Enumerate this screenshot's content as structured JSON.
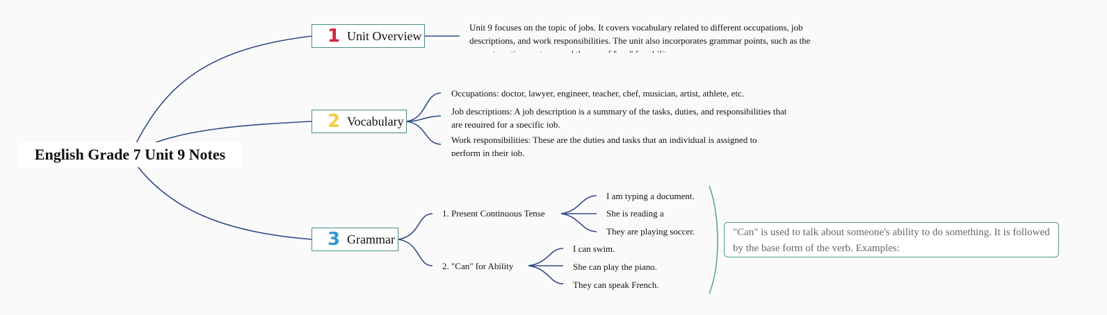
{
  "root": {
    "title": "English Grade 7 Unit 9 Notes"
  },
  "topics": [
    {
      "number": "1",
      "label": "Unit Overview",
      "color": "#d1263d"
    },
    {
      "number": "2",
      "label": "Vocabulary",
      "color": "#f3cf39"
    },
    {
      "number": "3",
      "label": "Grammar",
      "color": "#2f97d6"
    }
  ],
  "overview": {
    "text": "Unit 9 focuses on the topic of jobs. It covers vocabulary related to different occupations, job descriptions, and work responsibilities. The unit also incorporates grammar points, such as the present continuous tense and the use of \"can\" for ability."
  },
  "vocabulary": [
    "Occupations: doctor, lawyer, engineer, teacher, chef, musician, artist, athlete, etc.",
    "Job descriptions: A job description is a summary of the tasks, duties, and responsibilities that are required for a specific job.",
    "Work responsibilities: These are the duties and tasks that an individual is assigned to perform in their job."
  ],
  "grammar": {
    "present_continuous": {
      "label": "1. Present Continuous Tense",
      "examples": [
        "I am typing a document.",
        "She is reading a",
        "They are playing soccer."
      ]
    },
    "can_ability": {
      "label": "2. \"Can\" for Ability",
      "examples": [
        "I can swim.",
        "She can play the piano.",
        "They can speak French."
      ]
    },
    "summary": "\"Can\" is used to talk about someone's ability to do something. It is followed by the base form of the verb. Examples:"
  },
  "colors": {
    "link": "#2f4a85",
    "topic_border": "#4a8a8a",
    "bracket": "#4a9a8a",
    "background": "#fafafa"
  }
}
